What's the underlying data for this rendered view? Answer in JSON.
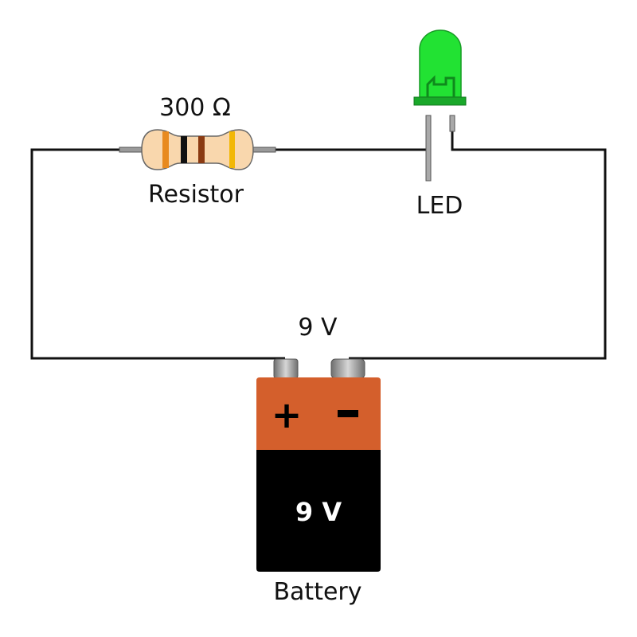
{
  "resistor": {
    "value_label": "300 Ω",
    "name_label": "Resistor",
    "body_color": "#f9d7ad",
    "band_colors": [
      "#e88a1f",
      "#111111",
      "#8a3a12",
      "#f2b705"
    ]
  },
  "led": {
    "name_label": "LED",
    "color": "#22e233",
    "base_color": "#1aa82a"
  },
  "battery": {
    "voltage_label": "9 V",
    "face_label": "9 V",
    "name_label": "Battery",
    "plus_symbol": "+",
    "minus_symbol": "-",
    "top_color": "#d45f2c",
    "bottom_color": "#000000"
  },
  "wire": {
    "color": "#111111"
  }
}
